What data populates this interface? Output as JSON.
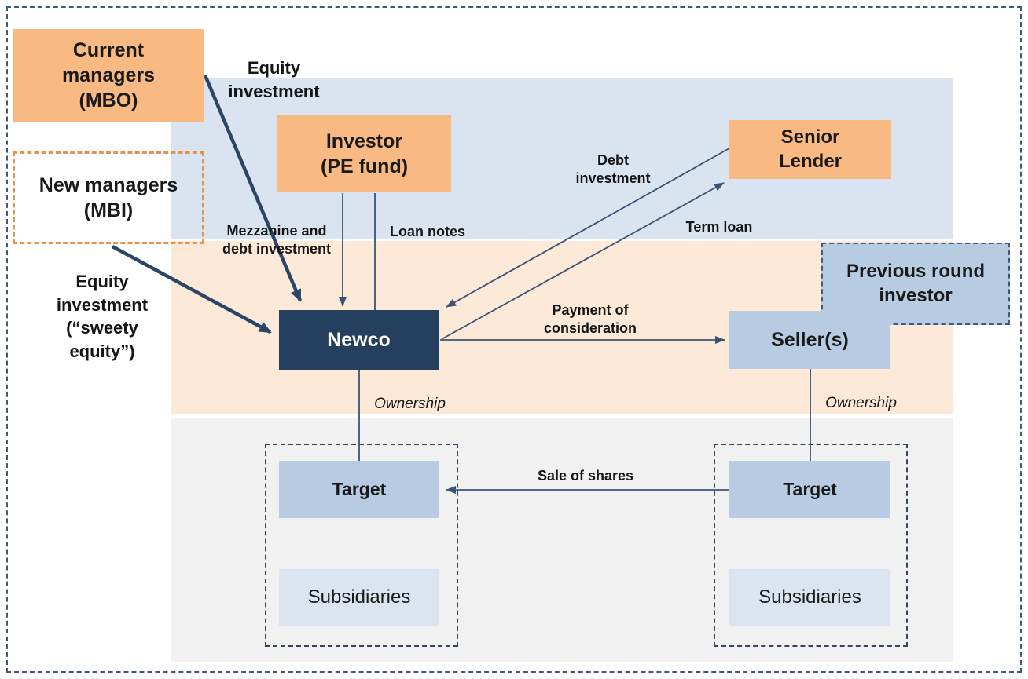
{
  "colors": {
    "orange_fill": "#F8B983",
    "orange_border": "#E8924C",
    "band_blue": "#DAE3F0",
    "band_peach": "#FCE9D8",
    "band_gray": "#F1F1F1",
    "box_blue": "#B7CCE2",
    "box_blue_light": "#DBE5F1",
    "newco_navy": "#24405E",
    "connector_navy": "#3A5474",
    "thick_arrow_navy": "#2A4568",
    "dashed_frame": "#41587A"
  },
  "nodes": {
    "current_managers": "Current\nmanagers\n(MBO)",
    "new_managers": "New managers\n(MBI)",
    "investor": "Investor\n(PE fund)",
    "senior_lender": "Senior\nLender",
    "previous_round_investor": "Previous round\ninvestor",
    "newco": "Newco",
    "sellers": "Seller(s)",
    "target_left": "Target",
    "subsidiaries_left": "Subsidiaries",
    "target_right": "Target",
    "subsidiaries_right": "Subsidiaries"
  },
  "edge_labels": {
    "equity_investment_top": "Equity\ninvestment",
    "mezzanine_debt": "Mezzanine and\ndebt investment",
    "loan_notes": "Loan notes",
    "debt_investment": "Debt\ninvestment",
    "term_loan": "Term loan",
    "payment_of_consideration": "Payment of\nconsideration",
    "equity_investment_sweety": "Equity\ninvestment\n(“sweety\nequity”)",
    "ownership_left": "Ownership",
    "ownership_right": "Ownership",
    "sale_of_shares": "Sale of shares"
  }
}
